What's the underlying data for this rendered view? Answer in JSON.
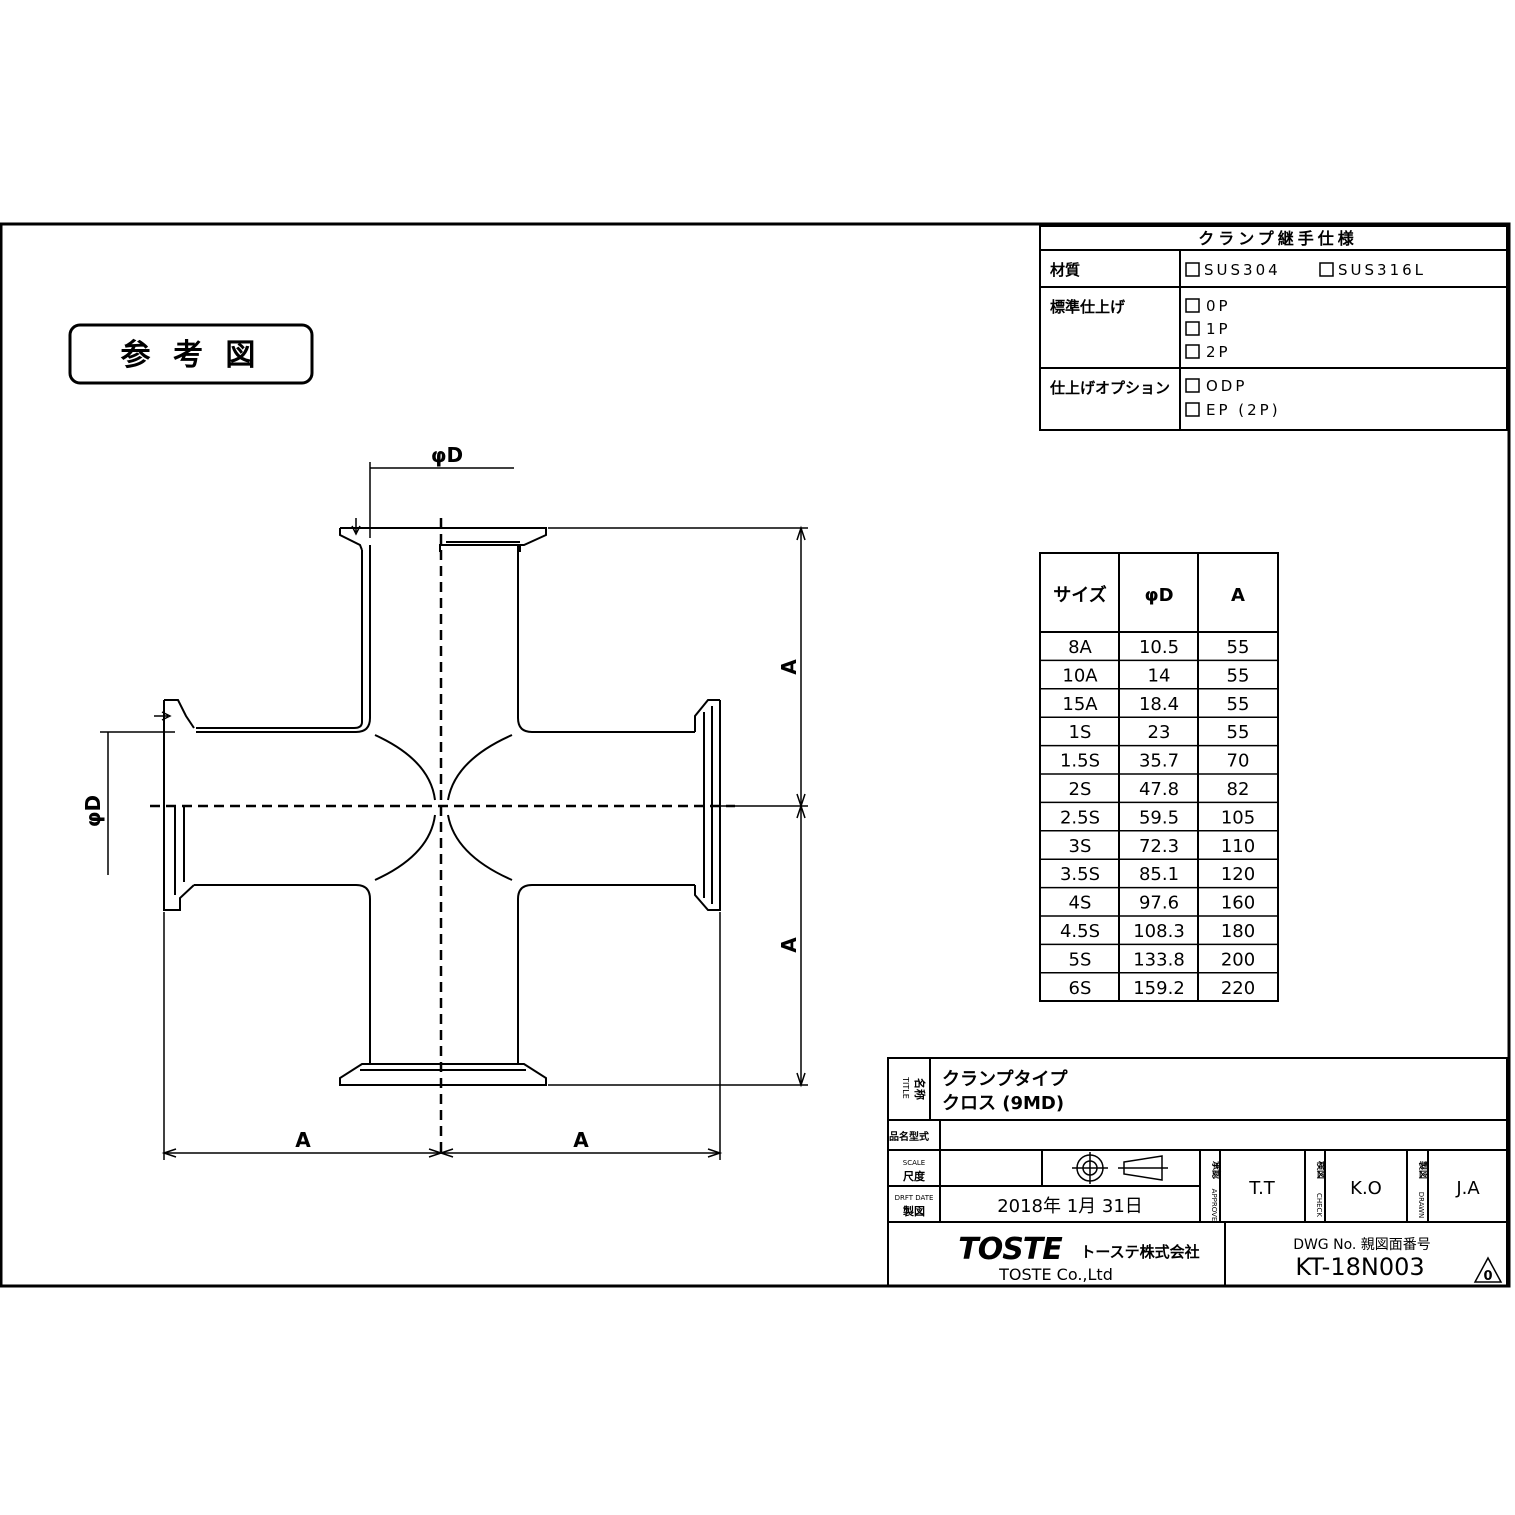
{
  "stamp_label": "参 考 図",
  "dimension_labels": {
    "phi_d_top": "φD",
    "phi_d_left": "φD",
    "a_right_upper": "A",
    "a_right_lower": "A",
    "a_bottom_left": "A",
    "a_bottom_right": "A"
  },
  "spec_table": {
    "title": "クランプ継手仕様",
    "rows": [
      {
        "label": "材質",
        "options": [
          "SUS304",
          "SUS316L"
        ]
      },
      {
        "label": "標準仕上げ",
        "options": [
          "0P",
          "1P",
          "2P"
        ]
      },
      {
        "label": "仕上げオプション",
        "options": [
          "ODP",
          "EP (2P)"
        ]
      }
    ]
  },
  "size_table": {
    "headers": [
      "サイズ",
      "φD",
      "A"
    ],
    "rows": [
      [
        "8A",
        "10.5",
        "55"
      ],
      [
        "10A",
        "14",
        "55"
      ],
      [
        "15A",
        "18.4",
        "55"
      ],
      [
        "1S",
        "23",
        "55"
      ],
      [
        "1.5S",
        "35.7",
        "70"
      ],
      [
        "2S",
        "47.8",
        "82"
      ],
      [
        "2.5S",
        "59.5",
        "105"
      ],
      [
        "3S",
        "72.3",
        "110"
      ],
      [
        "3.5S",
        "85.1",
        "120"
      ],
      [
        "4S",
        "97.6",
        "160"
      ],
      [
        "4.5S",
        "108.3",
        "180"
      ],
      [
        "5S",
        "133.8",
        "200"
      ],
      [
        "6S",
        "159.2",
        "220"
      ]
    ]
  },
  "title_block": {
    "title_label_en": "TITLE",
    "title_label_jp": "名称",
    "title_line1": "クランプタイプ",
    "title_line2": "クロス (9MD)",
    "part_no_label": "品名型式",
    "scale_label_en": "SCALE",
    "scale_label_jp": "尺度",
    "date_label_en": "DRFT DATE",
    "date_label_jp": "製図",
    "date_value": "2018年 1月 31日",
    "approve_label_jp": "承認",
    "approve_label_en": "APPROVE",
    "approve_value": "T.T",
    "check_label_jp": "検図",
    "check_label_en": "CHECK",
    "check_value": "K.O",
    "drawn_label_jp": "製図",
    "drawn_label_en": "DRAWN",
    "drawn_value": "J.A",
    "company_logo": "TOSTE",
    "company_jp": "トーステ株式会社",
    "company_en": "TOSTE Co.,Ltd",
    "dwg_no_label": "DWG No. 親図面番号",
    "dwg_no": "KT-18N003",
    "revision": "0"
  }
}
